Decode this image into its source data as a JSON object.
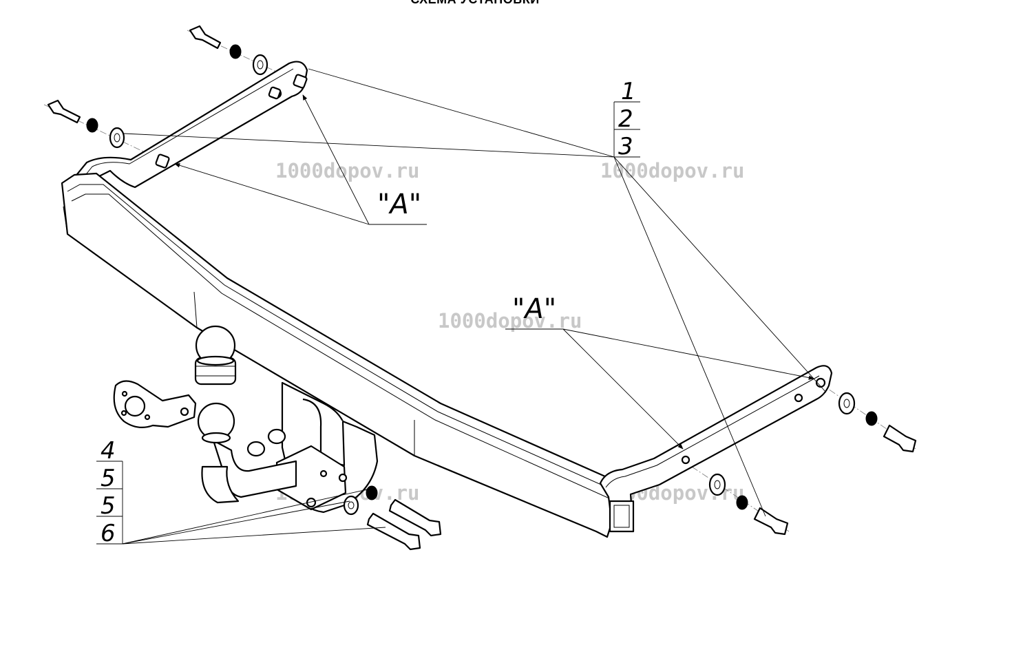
{
  "title": "СХЕМА УСТАНОВКИ",
  "callouts": {
    "view_a_top": "\"A\"",
    "view_a_bottom": "\"A\"",
    "item_1": "1",
    "item_2": "2",
    "item_3": "3",
    "item_4": "4",
    "item_5a": "5",
    "item_5b": "5",
    "item_6": "6"
  },
  "watermarks": [
    "1000dopov.ru",
    "1000dopov.ru",
    "1000dopov.ru",
    "1000dopov.ru",
    "1000dopov.ru"
  ]
}
